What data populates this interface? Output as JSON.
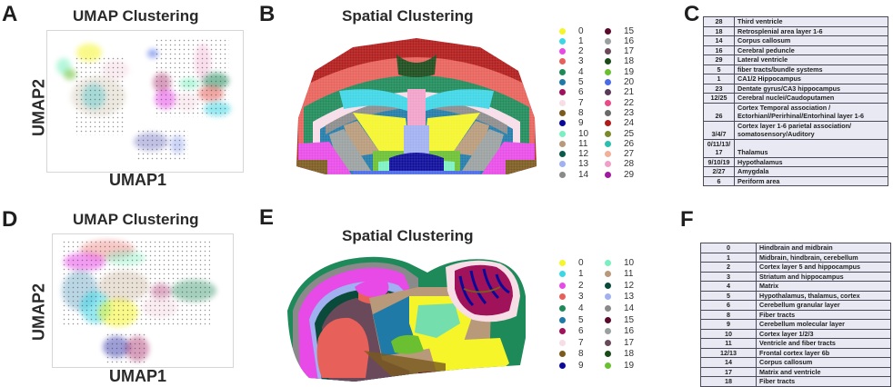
{
  "panels": {
    "A": {
      "letter": "A",
      "title": "UMAP Clustering",
      "xlabel": "UMAP1",
      "ylabel": "UMAP2"
    },
    "B": {
      "letter": "B",
      "title": "Spatial Clustering"
    },
    "C": {
      "letter": "C"
    },
    "D": {
      "letter": "D",
      "title": "UMAP Clustering",
      "xlabel": "UMAP1",
      "ylabel": "UMAP2"
    },
    "E": {
      "letter": "E",
      "title": "Spatial Clustering"
    },
    "F": {
      "letter": "F"
    }
  },
  "legend_B": [
    {
      "label": "0",
      "color": "#f5f52a"
    },
    {
      "label": "1",
      "color": "#3dd6e6"
    },
    {
      "label": "2",
      "color": "#e84ae8"
    },
    {
      "label": "3",
      "color": "#e8605a"
    },
    {
      "label": "4",
      "color": "#1e8a5a"
    },
    {
      "label": "5",
      "color": "#1f7aa8"
    },
    {
      "label": "6",
      "color": "#a0125a"
    },
    {
      "label": "7",
      "color": "#f6dde6"
    },
    {
      "label": "8",
      "color": "#7a5a1e"
    },
    {
      "label": "9",
      "color": "#0a0a9a"
    },
    {
      "label": "10",
      "color": "#7af0c0"
    },
    {
      "label": "11",
      "color": "#b89a7a"
    },
    {
      "label": "12",
      "color": "#0a5a4a"
    },
    {
      "label": "13",
      "color": "#a0b0f0"
    },
    {
      "label": "14",
      "color": "#8a8a8a"
    },
    {
      "label": "15",
      "color": "#5a0a2a"
    },
    {
      "label": "16",
      "color": "#9aa0a0"
    },
    {
      "label": "17",
      "color": "#6a4a5a"
    },
    {
      "label": "18",
      "color": "#1a4a1a"
    },
    {
      "label": "19",
      "color": "#6ac030"
    },
    {
      "label": "20",
      "color": "#4a6ae8"
    },
    {
      "label": "21",
      "color": "#5a3a5a"
    },
    {
      "label": "22",
      "color": "#e84a8a"
    },
    {
      "label": "23",
      "color": "#6a6a6a"
    },
    {
      "label": "24",
      "color": "#b01a1a"
    },
    {
      "label": "25",
      "color": "#7a8a2a"
    },
    {
      "label": "26",
      "color": "#2ac0b0"
    },
    {
      "label": "27",
      "color": "#f0b09a"
    },
    {
      "label": "28",
      "color": "#f0a0c8"
    },
    {
      "label": "29",
      "color": "#a01aa0"
    }
  ],
  "legend_E": [
    {
      "label": "0",
      "color": "#f5f52a"
    },
    {
      "label": "1",
      "color": "#3dd6e6"
    },
    {
      "label": "2",
      "color": "#e84ae8"
    },
    {
      "label": "3",
      "color": "#e8605a"
    },
    {
      "label": "4",
      "color": "#1e8a5a"
    },
    {
      "label": "5",
      "color": "#1f7aa8"
    },
    {
      "label": "6",
      "color": "#a0125a"
    },
    {
      "label": "7",
      "color": "#f6dde6"
    },
    {
      "label": "8",
      "color": "#7a5a1e"
    },
    {
      "label": "9",
      "color": "#0a0a9a"
    },
    {
      "label": "10",
      "color": "#7af0c0"
    },
    {
      "label": "11",
      "color": "#b89a7a"
    },
    {
      "label": "12",
      "color": "#0a4a3a"
    },
    {
      "label": "13",
      "color": "#a0b0f0"
    },
    {
      "label": "14",
      "color": "#8a8a8a"
    },
    {
      "label": "15",
      "color": "#5a0a2a"
    },
    {
      "label": "16",
      "color": "#9aa0a0"
    },
    {
      "label": "17",
      "color": "#6a4a5a"
    },
    {
      "label": "18",
      "color": "#1a4a1a"
    },
    {
      "label": "19",
      "color": "#6ac030"
    }
  ],
  "table_C": [
    {
      "id": "28",
      "region": "Third ventricle"
    },
    {
      "id": "18",
      "region": "Retrosplenial area layer 1-6"
    },
    {
      "id": "14",
      "region": "Corpus callosum"
    },
    {
      "id": "16",
      "region": "Cerebral peduncle"
    },
    {
      "id": "29",
      "region": "Lateral ventricle"
    },
    {
      "id": "5",
      "region": "fiber tracts/bundle systems"
    },
    {
      "id": "1",
      "region": "CA1/2 Hippocampus"
    },
    {
      "id": "23",
      "region": "Dentate gyrus/CA3 hippocampus"
    },
    {
      "id": "12/25",
      "region": "Cerebral nuclei/Caudoputamen"
    },
    {
      "id": "26",
      "region": "Cortex Temporal association / Ectorhianl/Perirhinal/Entorhinal layer 1-6"
    },
    {
      "id": "3/4/7",
      "region": "Cortex layer 1-6 parietal association/ somatosensory/Auditory"
    },
    {
      "id": "0/11/13/ 17",
      "region": "Thalamus"
    },
    {
      "id": "9/10/19",
      "region": "Hypothalamus"
    },
    {
      "id": "2/27",
      "region": "Amygdala"
    },
    {
      "id": "6",
      "region": "Periform area"
    }
  ],
  "table_F": [
    {
      "id": "0",
      "region": "Hindbrain and midbrain"
    },
    {
      "id": "1",
      "region": "Midbrain, hindbrain, cerebellum"
    },
    {
      "id": "2",
      "region": "Cortex layer 5 and hippocampus"
    },
    {
      "id": "3",
      "region": "Striatum and hippocampus"
    },
    {
      "id": "4",
      "region": "Matrix"
    },
    {
      "id": "5",
      "region": "Hypothalamus, thalamus, cortex"
    },
    {
      "id": "6",
      "region": "Cerebellum granular layer"
    },
    {
      "id": "8",
      "region": "Fiber tracts"
    },
    {
      "id": "9",
      "region": "Cerebellum molecular layer"
    },
    {
      "id": "10",
      "region": "Cortex layer 1/2/3"
    },
    {
      "id": "11",
      "region": "Ventricle and fiber tracts"
    },
    {
      "id": "12/13",
      "region": "Frontal cortex layer 6b"
    },
    {
      "id": "14",
      "region": "Corpus callosum"
    },
    {
      "id": "17",
      "region": "Matrix and ventricle"
    },
    {
      "id": "18",
      "region": "Fiber tracts"
    }
  ]
}
